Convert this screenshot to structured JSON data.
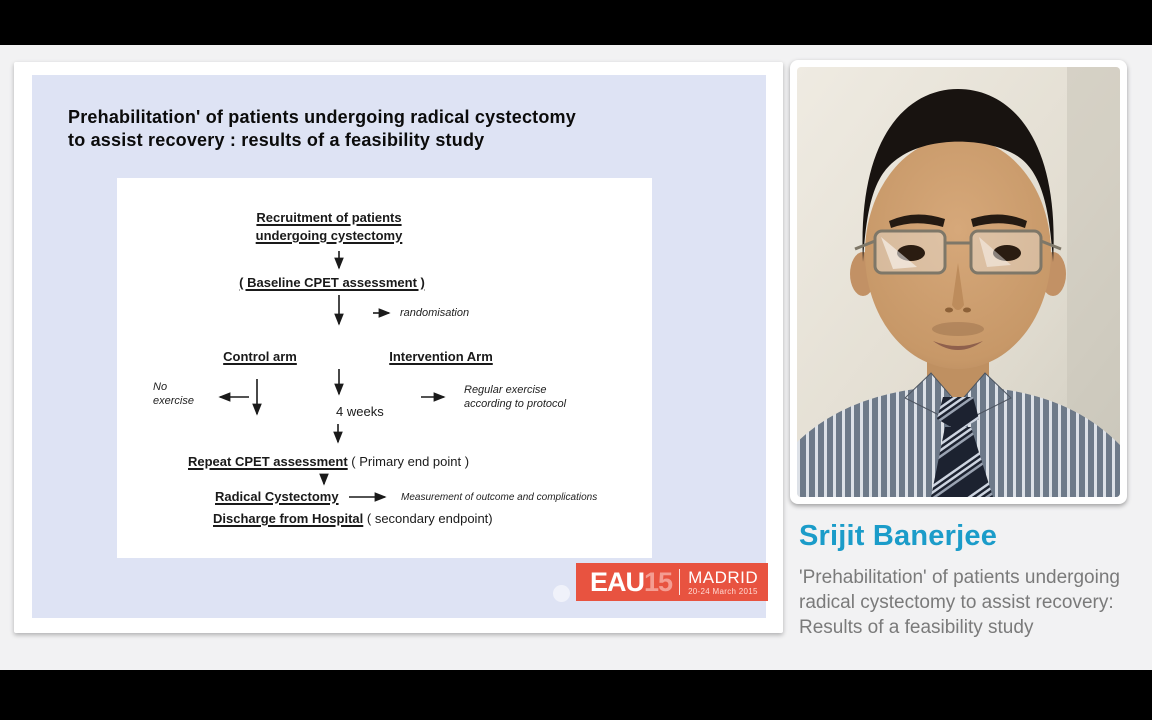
{
  "player": {
    "background": "#000000",
    "stage_background": "#f2f2f3"
  },
  "slide": {
    "background": "#dee3f4",
    "title_line1": "Prehabilitation' of patients undergoing radical cystectomy",
    "title_line2": "to assist recovery : results of a feasibility study",
    "flowchart": {
      "recruitment_line1": "Recruitment of patients",
      "recruitment_line2": "undergoing cystectomy",
      "baseline": "( Baseline CPET assessment )",
      "randomisation": "randomisation",
      "control_arm": "Control arm",
      "intervention_arm": "Intervention Arm",
      "no_exercise_line1": "No",
      "no_exercise_line2": "exercise",
      "four_weeks": "4 weeks",
      "regular_exercise_line1": "Regular exercise",
      "regular_exercise_line2": "according to protocol",
      "repeat_cpet": "Repeat CPET assessment",
      "primary_endpoint": " ( Primary end point )",
      "radical_cystectomy": "Radical Cystectomy",
      "measurement": "Measurement of outcome and complications",
      "discharge": "Discharge from Hospital",
      "secondary_endpoint": " ( secondary endpoint)"
    },
    "logo": {
      "org": "EAU",
      "year": "15",
      "city": "MADRID",
      "dates": "20-24 March 2015",
      "background": "#e85340",
      "year_color": "#f49d92"
    }
  },
  "speaker": {
    "name": "Srijit Banerjee",
    "name_color": "#1b9cc9",
    "talk_title_line1": "'Prehabilitation' of patients undergoing",
    "talk_title_line2": "radical cystectomy to assist recovery:",
    "talk_title_line3": "Results of a feasibility study"
  }
}
